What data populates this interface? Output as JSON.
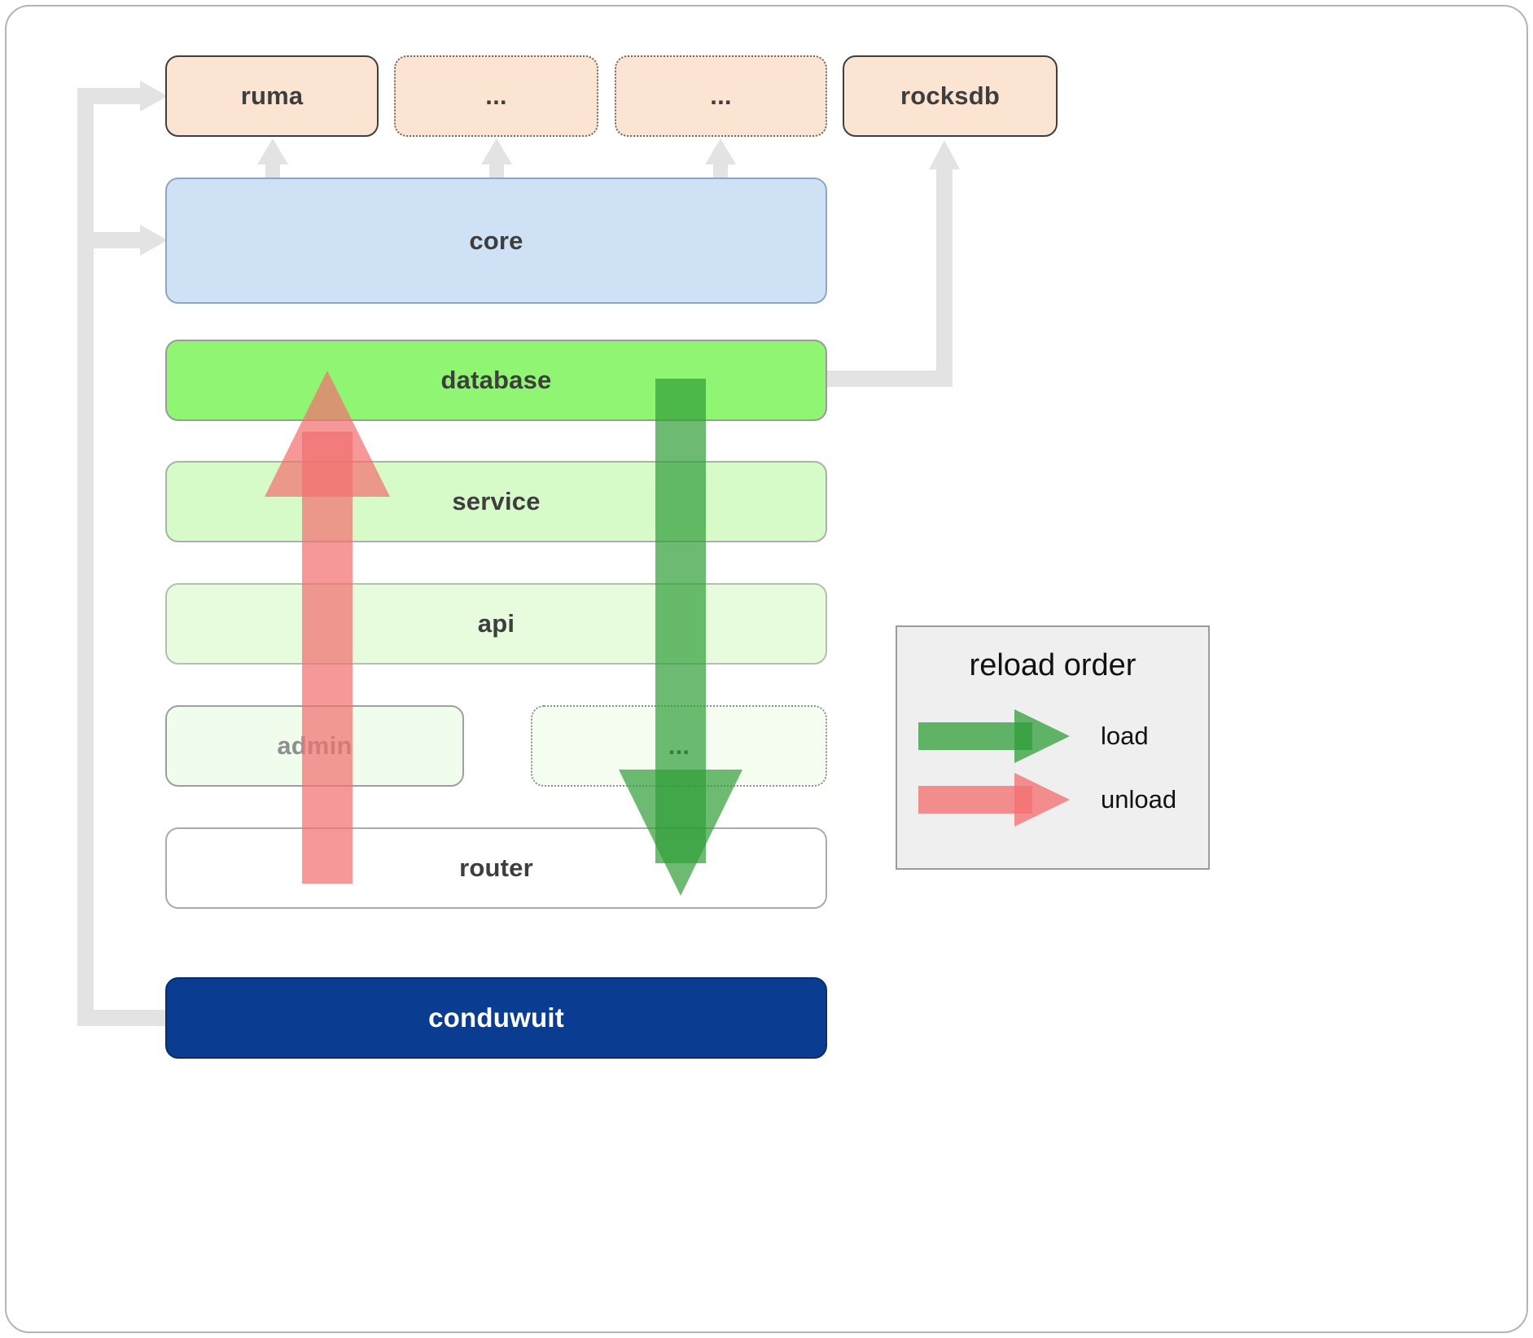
{
  "boxes": {
    "ruma": "ruma",
    "dep_a": "...",
    "dep_b": "...",
    "rocksdb": "rocksdb",
    "core": "core",
    "database": "database",
    "service": "service",
    "api": "api",
    "admin": "admin",
    "admin_more": "...",
    "router": "router",
    "conduwuit": "conduwuit"
  },
  "legend": {
    "title": "reload order",
    "load": "load",
    "unload": "unload"
  },
  "colors": {
    "peach": "#fce4d2",
    "core_blue": "#cfe2f5",
    "database_green": "#8ff573",
    "service_green": "#d6fac8",
    "api_green": "#e6fcdc",
    "admin_green": "#f1fdec",
    "router_white": "#ffffff",
    "conduwuit_navy": "#0a3d91",
    "load_arrow_green": "#43a047",
    "unload_arrow_red": "#f37070",
    "connector_gray": "#e3e3e3"
  }
}
